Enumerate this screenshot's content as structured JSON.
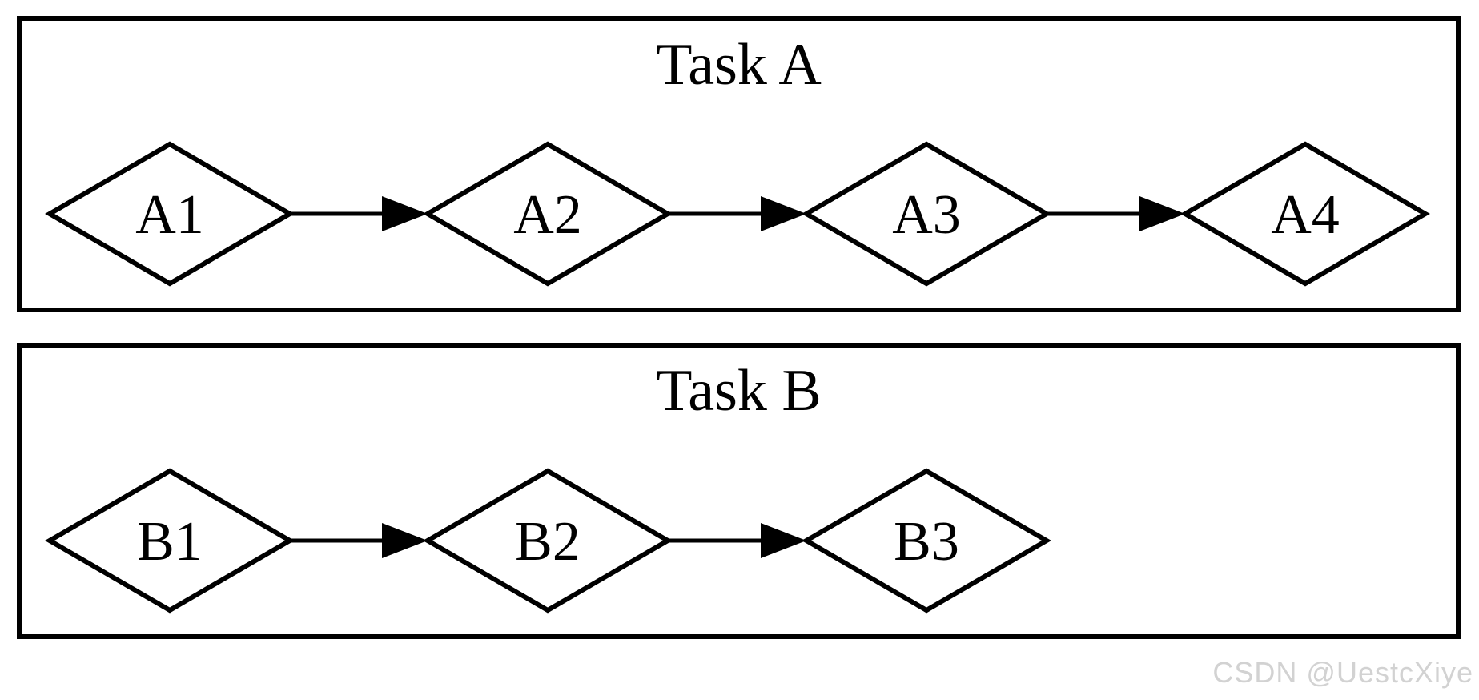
{
  "diagram": {
    "tasks": [
      {
        "title": "Task A",
        "nodes": [
          "A1",
          "A2",
          "A3",
          "A4"
        ]
      },
      {
        "title": "Task B",
        "nodes": [
          "B1",
          "B2",
          "B3"
        ]
      }
    ],
    "node_shape": "diamond",
    "colors": {
      "stroke": "#000000",
      "fill": "#ffffff",
      "background": "#ffffff"
    }
  },
  "watermark": {
    "text": "CSDN @UestcXiye",
    "color": "#d2d2d2"
  }
}
